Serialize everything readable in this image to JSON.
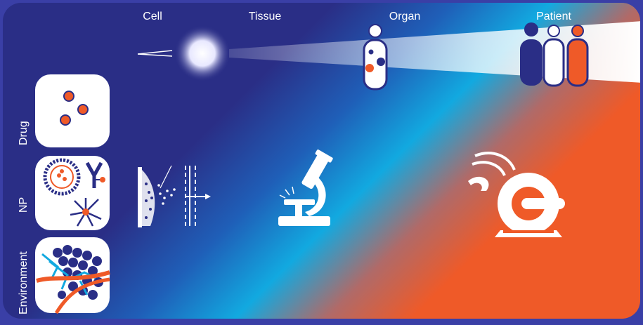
{
  "scale_labels": {
    "cell": "Cell",
    "tissue": "Tissue",
    "organ": "Organ",
    "patient": "Patient"
  },
  "side_labels": {
    "drug": "Drug",
    "np": "NP",
    "environment": "Environment"
  },
  "colors": {
    "frame": "#3a3fa6",
    "navy": "#2a2e86",
    "cyan": "#12a9e0",
    "orange": "#ef5a28",
    "white": "#ffffff"
  },
  "icons": [
    "spotlight-beam-icon",
    "bright-cell-icon",
    "organ-body-icon",
    "patient-group-icon",
    "drug-particles-icon",
    "nanoparticle-icon",
    "tumor-environment-icon",
    "tissue-diffusion-icon",
    "microscope-icon",
    "mri-scanner-icon"
  ]
}
